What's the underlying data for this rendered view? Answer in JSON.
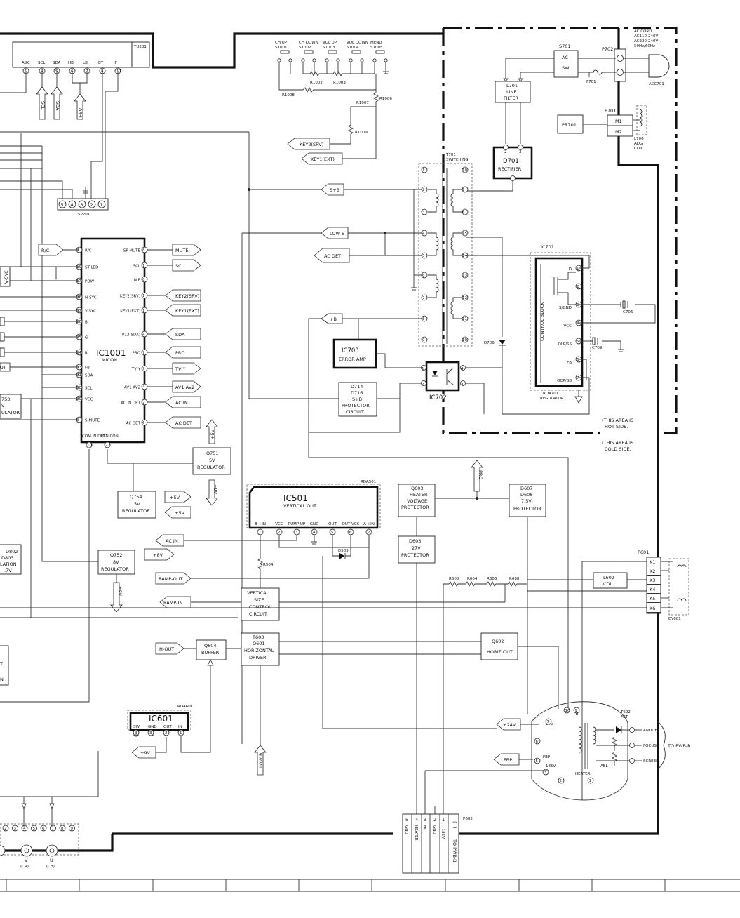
{
  "schematic": {
    "tuner": {
      "ref": "TU201",
      "pins": [
        "AGC",
        "SCL",
        "SDA",
        "HB",
        "LB",
        "BT",
        "IF"
      ],
      "pin_numbers": [
        "1",
        "4",
        "5",
        "6",
        "7",
        "8",
        "11"
      ]
    },
    "tuner_arrows": [
      "SCL",
      "SDA",
      "+5V"
    ],
    "switches": [
      {
        "name": "CH UP",
        "ref": "S1001"
      },
      {
        "name": "CH DOWN",
        "ref": "S1002"
      },
      {
        "name": "VOL UP",
        "ref": "S1003"
      },
      {
        "name": "VOL DOWN",
        "ref": "S1004"
      },
      {
        "name": "MENU",
        "ref": "S1005"
      }
    ],
    "resistors_key": [
      "R1002",
      "R1003",
      "R1006",
      "R1007",
      "R1008",
      "R1009"
    ],
    "key_outputs": [
      "KEY2(SRV)",
      "KEY1(EXT)"
    ],
    "sp201": {
      "ref": "SP201",
      "pins": [
        "5",
        "4",
        "3",
        "2",
        "1"
      ]
    },
    "micon": {
      "ref": "IC1001",
      "name": "MICON",
      "left_pins": [
        {
          "num": "3",
          "name": "R/C"
        },
        {
          "num": "19",
          "name": "ST LED"
        },
        {
          "num": "17",
          "name": "POW"
        },
        {
          "num": "36",
          "name": "H-SYC"
        },
        {
          "num": "37",
          "name": "V-SYC"
        },
        {
          "num": "26",
          "name": "B"
        },
        {
          "num": "25",
          "name": "G"
        },
        {
          "num": "24",
          "name": "R"
        },
        {
          "num": "33",
          "name": "FB"
        },
        {
          "num": "31",
          "name": "SDA"
        },
        {
          "num": "30",
          "name": "SCL"
        },
        {
          "num": "29",
          "name": "VCC"
        },
        {
          "num": "5",
          "name": "S-MUTE"
        }
      ],
      "right_pins": [
        {
          "num": "8",
          "name": "SP MUTE"
        },
        {
          "num": "1",
          "name": "SCL"
        },
        {
          "num": "8",
          "name": "N P"
        },
        {
          "num": "1",
          "name": "KEY2(SRV)"
        },
        {
          "num": "1",
          "name": "KEY1(EXT)"
        },
        {
          "num": "4",
          "name": "P13(SDA)"
        },
        {
          "num": "7",
          "name": "PRO"
        },
        {
          "num": "9",
          "name": "TV Y"
        },
        {
          "num": "4",
          "name": "AV1 AV2"
        },
        {
          "num": "2",
          "name": "AC IN DET"
        },
        {
          "num": "6",
          "name": "AC DET"
        }
      ],
      "bottom_pins": [
        {
          "num": "10",
          "name": "COM IN DET"
        },
        {
          "num": "22",
          "name": "PGN CON"
        }
      ]
    },
    "micon_signals_left": [
      "R/C"
    ],
    "micon_signals_right": [
      "MUTE",
      "SCL",
      "KEY2(SRV)",
      "KEY1(EXT)",
      "SDA",
      "PRO",
      "TV Y",
      "AV1 AV2",
      "AC IN",
      "AC DET"
    ],
    "left_edge_labels": [
      "V-SYC",
      "753",
      "V",
      "ULATOR",
      "UT"
    ],
    "power": {
      "s701": {
        "ref": "S701",
        "lines": [
          "AC",
          "SW"
        ]
      },
      "p702": "P702",
      "ac_cord": [
        "AC CORD",
        "AC110-240V",
        "AC220-240V",
        "50Hz/60Hz"
      ],
      "acc701": "ACC701",
      "f701": "F701",
      "l701": {
        "ref": "L701",
        "lines": [
          "LINE",
          "FILTER"
        ]
      },
      "pr701": "PR701",
      "p701": {
        "ref": "P701",
        "pins": [
          "M1",
          "M2"
        ]
      },
      "l706": {
        "ref": "L706",
        "lines": [
          "ADG",
          "COIL"
        ]
      },
      "d701": {
        "ref": "D701",
        "name": "RECTIFIER",
        "pins": [
          "2",
          "3",
          "1"
        ]
      },
      "t701": {
        "ref": "T701",
        "name": "SWITCHING",
        "pins_left": [
          "1",
          "2",
          "3",
          "4",
          "5",
          "6",
          "7",
          "8",
          "9"
        ],
        "pins_right": [
          "10",
          "7",
          "6",
          "15",
          "14",
          "13",
          "12",
          "11",
          "10"
        ]
      },
      "bus_labels": [
        "S+B",
        "LOW B",
        "AC DET",
        "+B"
      ],
      "ic701": {
        "ref": "IC701",
        "block": "CONTROL BLOCK",
        "pins": [
          "D",
          "S/GND",
          "VCC",
          "OLP/SS",
          "FB",
          "OCP/BB"
        ],
        "pin_numbers": [
          "1",
          "2",
          "3",
          "4",
          "5",
          "6",
          "7"
        ],
        "sub": [
          "RDA701",
          "REGULATOR"
        ]
      },
      "c706": "C706",
      "c709": "C709",
      "d706": "D706",
      "ic703": {
        "ref": "IC703",
        "name": "ERROR AMP"
      },
      "ic702": {
        "ref": "IC702",
        "pins": [
          "1",
          "2",
          "4",
          "3"
        ]
      },
      "protector": [
        "D714",
        "D716",
        "S+B",
        "PROTECTOR",
        "CIRCUIT"
      ],
      "hot_side": [
        "(THIS AREA IS",
        "HOT SIDE."
      ],
      "cold_side": [
        "(THIS AREA IS",
        "COLD SIDE."
      ]
    },
    "regulators": [
      {
        "ref": "Q751",
        "lines": [
          "5V",
          "REGULATOR"
        ],
        "arrow": "+5V"
      },
      {
        "ref": "Q754",
        "lines": [
          "5V",
          "REGULATOR"
        ],
        "arrow": "+5V"
      },
      {
        "ref": "Q752",
        "lines": [
          "8V",
          "REGULATOR"
        ],
        "arrow": "+8V"
      }
    ],
    "extra_rails": [
      "+9V",
      "+9V",
      "+5V"
    ],
    "left_bottom_labels": [
      "D802",
      "D803",
      "LATION",
      ".7V"
    ],
    "ic501": {
      "ref": "IC501",
      "name": "VERTICAL OUT",
      "sub": "RDA501",
      "pins": [
        {
          "num": "1",
          "name": "B +IN"
        },
        {
          "num": "2",
          "name": "VCC"
        },
        {
          "num": "3",
          "name": "PUMP UP"
        },
        {
          "num": "4",
          "name": "GND"
        },
        {
          "num": "5",
          "name": "OUT"
        },
        {
          "num": "6",
          "name": "OUT VCC"
        },
        {
          "num": "7",
          "name": "A +IN"
        }
      ]
    },
    "ic501_signals": [
      "AC IN",
      "RAMP-OUT",
      "RAMP-IN"
    ],
    "r504": "R504",
    "d505": "D505",
    "vsize": [
      "VERTICAL",
      "SIZE",
      "CONTROL",
      "CIRCUIT"
    ],
    "q603": [
      "Q603",
      "HEATER",
      "VOLTAGE",
      "PROTECTOR"
    ],
    "d603": [
      "D603",
      "27V",
      "PROTECTOR"
    ],
    "d607": [
      "D607",
      "D608",
      "7.5V",
      "PROTECTOR"
    ],
    "pro_arrow": "PRO",
    "resistors_h": [
      "R605",
      "R604",
      "R603",
      "R608"
    ],
    "p601": {
      "ref": "P601",
      "pins": [
        "K1",
        "K2",
        "K3",
        "K4",
        "K5",
        "K6"
      ]
    },
    "l602": [
      "L602",
      "COIL"
    ],
    "dy601": "DY601",
    "h_out": "H-OUT",
    "q604": [
      "Q604",
      "BUFFER"
    ],
    "t603": [
      "T603",
      "Q601",
      "HORIZONTAL",
      "DRIVER"
    ],
    "q602": [
      "Q602",
      "HORIZ OUT"
    ],
    "ic601": {
      "ref": "IC601",
      "sub": "RDA601",
      "pins": [
        {
          "num": "4",
          "name": "SW"
        },
        {
          "num": "3",
          "name": "GND"
        },
        {
          "num": "2",
          "name": "OUT"
        },
        {
          "num": "1",
          "name": "IN"
        }
      ]
    },
    "ic601_rail": "+9V",
    "low_b_arrow": "LOW B",
    "fbt": {
      "ref": "T602",
      "name": "FBT",
      "labels": [
        "+B",
        "24V",
        "FBP",
        "185V",
        "HEATER",
        "ABL"
      ],
      "pins": [
        "1",
        "2",
        "3",
        "4",
        "5",
        "6",
        "7",
        "8",
        "9",
        "10"
      ],
      "outputs": [
        "ANODE",
        "FOCUS",
        "SCREEN"
      ],
      "to": "TO PWB-B"
    },
    "fbt_arrows": [
      "+24V",
      "FBP"
    ],
    "p602": {
      "ref": "P602",
      "pins": [
        {
          "num": "5",
          "name": "GND"
        },
        {
          "num": "4",
          "name": "HEATER"
        },
        {
          "num": "3",
          "name": "NC"
        },
        {
          "num": "2",
          "name": "GND"
        },
        {
          "num": "1",
          "name": "+185V"
        }
      ],
      "plus": "(+)",
      "to": "TO PWB-B"
    },
    "rca": {
      "pins": [
        "2",
        "3",
        "4",
        "5",
        "6",
        "7",
        "8",
        "9"
      ],
      "jacks": [
        {
          "name": "V",
          "sub": "(CR)"
        },
        {
          "name": "U",
          "sub": "(CB)"
        }
      ]
    },
    "left_io": [
      "T",
      "N"
    ]
  }
}
